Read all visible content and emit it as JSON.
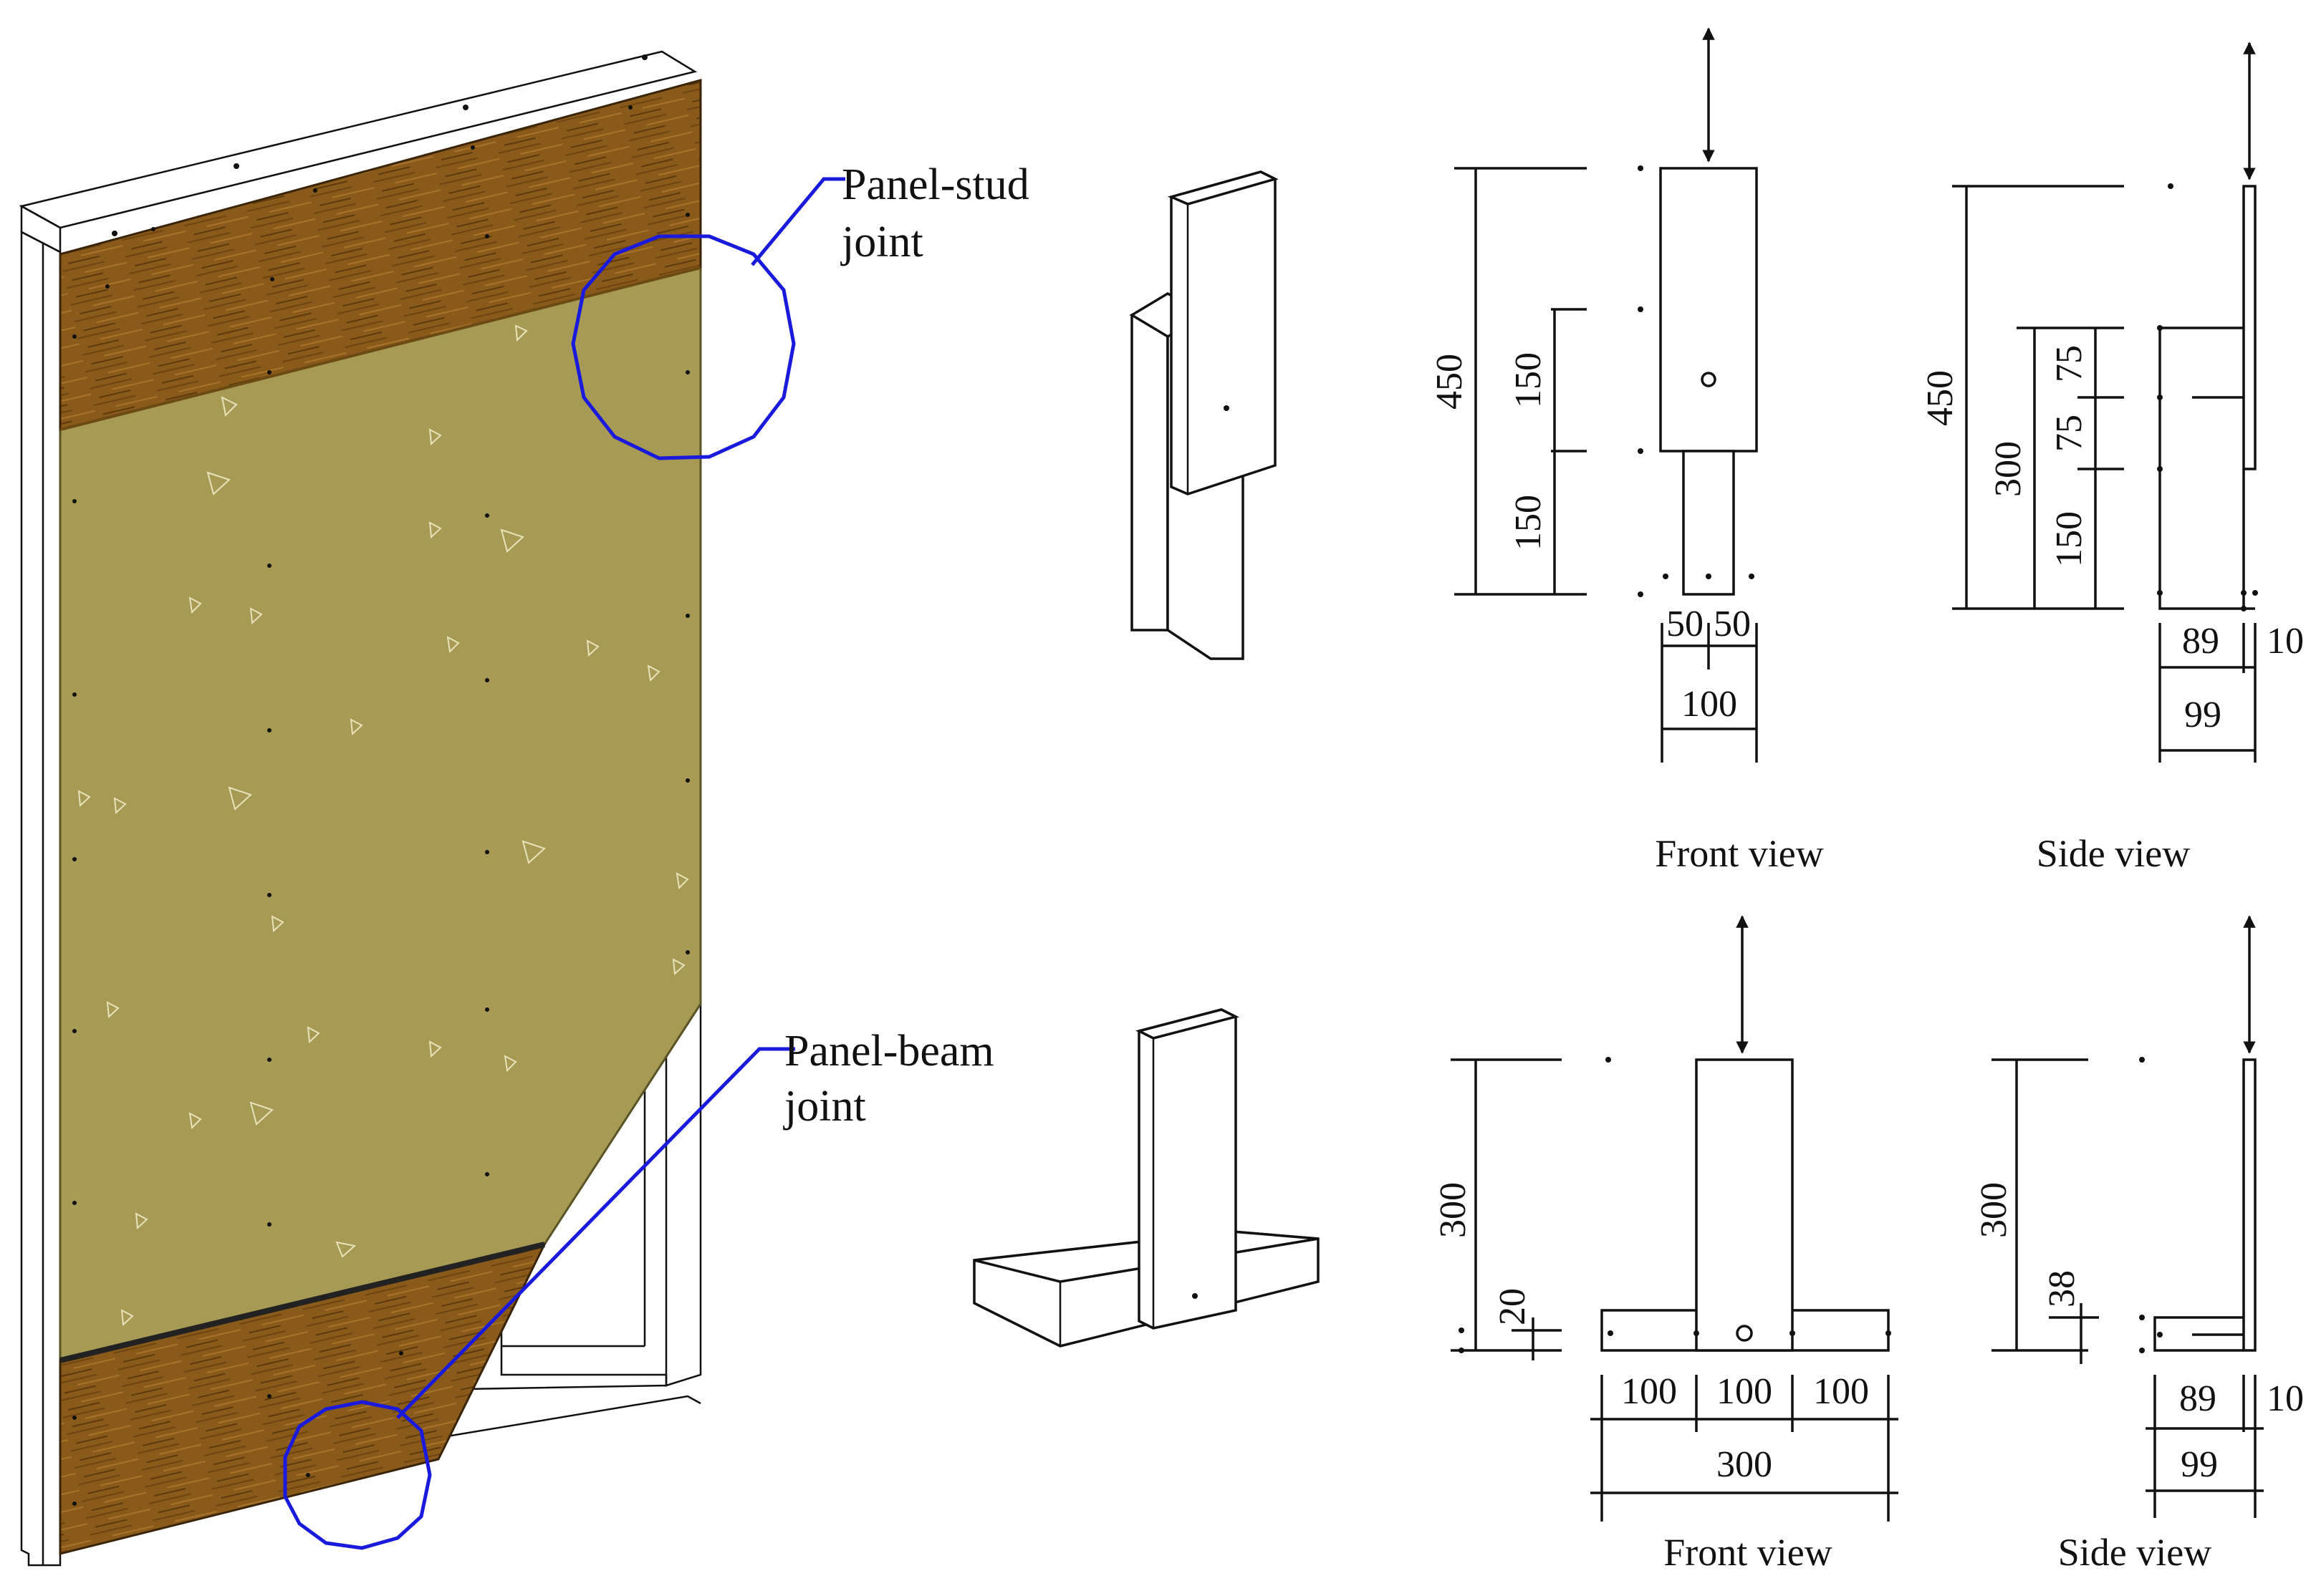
{
  "colors": {
    "osb": "#8a5a1a",
    "gypsum": "#a69a55",
    "callout": "#1a1adc",
    "frame": "#ffffff",
    "ink": "#111111"
  },
  "callouts": {
    "panel_stud": {
      "line1": "Panel-stud",
      "line2": "joint"
    },
    "panel_beam": {
      "line1": "Panel-beam",
      "line2": "joint"
    }
  },
  "panel_stud": {
    "front_view": {
      "caption": "Front view",
      "dims": {
        "height_total": "450",
        "upper": "150",
        "lower": "150",
        "left_half": "50",
        "right_half": "50",
        "width": "100"
      }
    },
    "side_view": {
      "caption": "Side view",
      "dims": {
        "height_total": "450",
        "stud_height": "300",
        "top": "75",
        "mid": "75",
        "bottom": "150",
        "stud_depth": "89",
        "panel_thickness": "10",
        "total_depth": "99"
      }
    }
  },
  "panel_beam": {
    "front_view": {
      "caption": "Front view",
      "dims": {
        "height_total": "300",
        "beam_height": "20",
        "left": "100",
        "middle": "100",
        "right": "100",
        "total": "300"
      }
    },
    "side_view": {
      "caption": "Side view",
      "dims": {
        "height_total": "300",
        "beam_height": "38",
        "beam_depth": "89",
        "panel_thickness": "10",
        "total_depth": "99"
      }
    }
  }
}
